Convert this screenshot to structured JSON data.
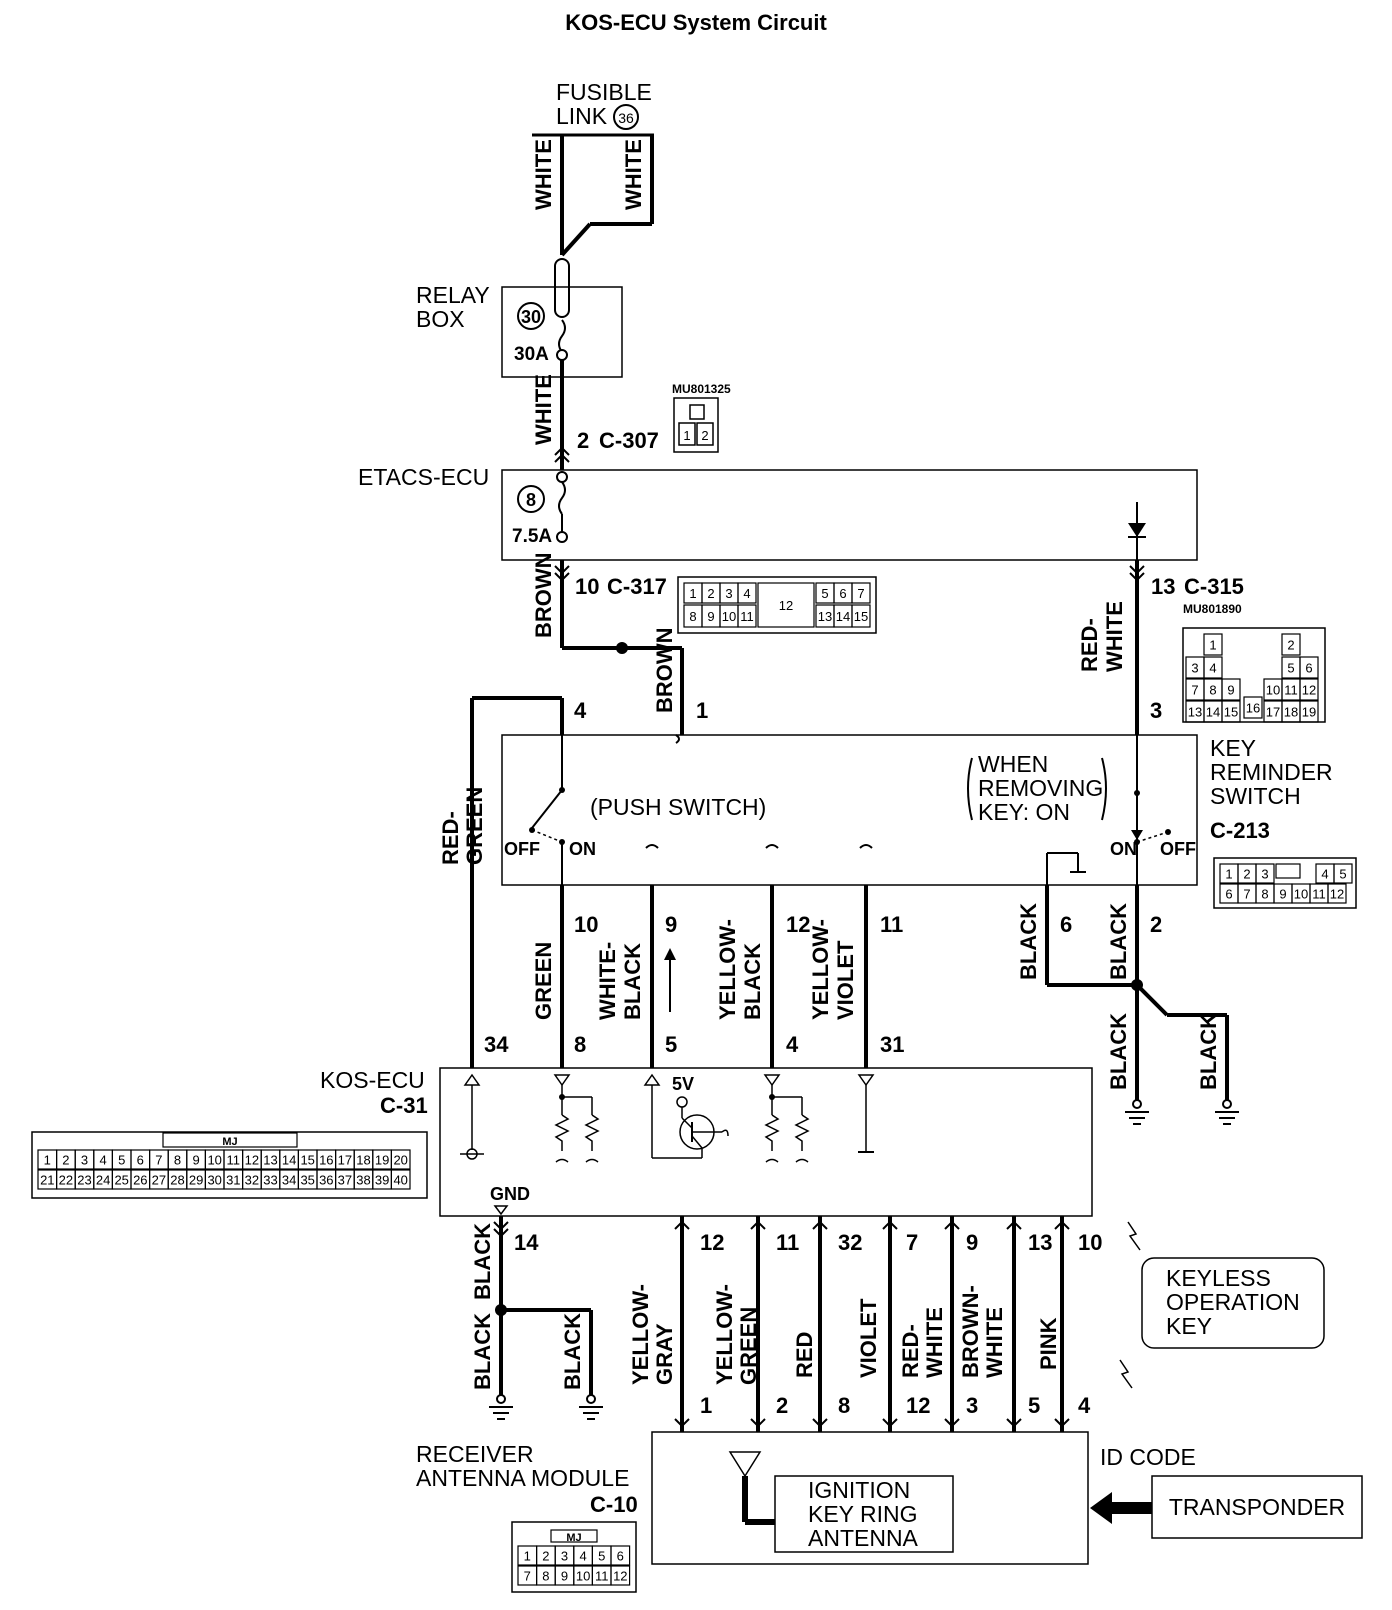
{
  "title": "KOS-ECU System Circuit",
  "components": {
    "fusible_link": {
      "line1": "FUSIBLE",
      "line2": "LINK",
      "num": "36"
    },
    "relay_box": {
      "line1": "RELAY",
      "line2": "BOX",
      "fuse_num": "30",
      "rating": "30A"
    },
    "etacs_ecu": {
      "label": "ETACS-ECU",
      "fuse_num": "8",
      "rating": "7.5A"
    },
    "key_reminder": {
      "line1": "KEY",
      "line2": "REMINDER",
      "line3": "SWITCH",
      "connector": "C-213",
      "push_switch": "(PUSH SWITCH)",
      "when1": "WHEN",
      "when2": "REMOVING",
      "when3": "KEY: ON",
      "off_left": "OFF",
      "on_left": "ON",
      "on_right": "ON",
      "off_right": "OFF"
    },
    "kos_ecu": {
      "line1": "KOS-ECU",
      "connector": "C-31",
      "gnd": "GND",
      "v5": "5V"
    },
    "keyless_key": {
      "line1": "KEYLESS",
      "line2": "OPERATION",
      "line3": "KEY"
    },
    "receiver": {
      "line1": "RECEIVER",
      "line2": "ANTENNA MODULE",
      "connector": "C-10"
    },
    "ignition_antenna": {
      "line1": "IGNITION",
      "line2": "KEY RING",
      "line3": "ANTENNA"
    },
    "id_code": "ID CODE",
    "transponder": "TRANSPONDER"
  },
  "connectors": {
    "c307": {
      "pin": "2",
      "name": "C-307",
      "part": "MU801325",
      "cells": [
        "1",
        "2"
      ]
    },
    "c317": {
      "pin": "10",
      "name": "C-317",
      "row1": [
        "1",
        "2",
        "3",
        "4",
        "5",
        "6",
        "7"
      ],
      "row2": [
        "8",
        "9",
        "10",
        "11",
        "13",
        "14",
        "15"
      ],
      "mid": "12"
    },
    "c315": {
      "pin": "13",
      "name": "C-315",
      "part": "MU801890",
      "cells": [
        "1",
        "2",
        "3",
        "4",
        "5",
        "6",
        "7",
        "8",
        "9",
        "10",
        "11",
        "12",
        "13",
        "14",
        "15",
        "16",
        "17",
        "18",
        "19"
      ]
    },
    "c213_cells": {
      "row1": [
        "1",
        "2",
        "3",
        "4",
        "5"
      ],
      "row2": [
        "6",
        "7",
        "8",
        "9",
        "10",
        "11",
        "12"
      ]
    },
    "c31_cells": {
      "mj": "MJ",
      "row1": [
        "1",
        "2",
        "3",
        "4",
        "5",
        "6",
        "7",
        "8",
        "9",
        "10",
        "11",
        "12",
        "13",
        "14",
        "15",
        "16",
        "17",
        "18",
        "19",
        "20"
      ],
      "row2": [
        "21",
        "22",
        "23",
        "24",
        "25",
        "26",
        "27",
        "28",
        "29",
        "30",
        "31",
        "32",
        "33",
        "34",
        "35",
        "36",
        "37",
        "38",
        "39",
        "40"
      ]
    },
    "c10_cells": {
      "mj": "MJ",
      "row1": [
        "1",
        "2",
        "3",
        "4",
        "5",
        "6"
      ],
      "row2": [
        "7",
        "8",
        "9",
        "10",
        "11",
        "12"
      ]
    }
  },
  "wires": {
    "white_a": "WHITE",
    "white_b": "WHITE",
    "white_c": "WHITE",
    "brown_a": "BROWN",
    "brown_b": "BROWN",
    "red_white": [
      "RED-",
      "WHITE"
    ],
    "red_green": [
      "RED-",
      "GREEN"
    ],
    "green": "GREEN",
    "white_black": [
      "WHITE-",
      "BLACK"
    ],
    "yellow_black": [
      "YELLOW-",
      "BLACK"
    ],
    "yellow_violet": [
      "YELLOW-",
      "VIOLET"
    ],
    "black_6": "BLACK",
    "black_2": "BLACK",
    "black_g1": "BLACK",
    "black_g2": "BLACK",
    "black_14": "BLACK",
    "black_r1": "BLACK",
    "black_r2": "BLACK",
    "yellow_gray": [
      "YELLOW-",
      "GRAY"
    ],
    "yellow_green": [
      "YELLOW-",
      "GREEN"
    ],
    "red": "RED",
    "violet": "VIOLET",
    "red_white2": [
      "RED-",
      "WHITE"
    ],
    "brown_white": [
      "BROWN-",
      "WHITE"
    ],
    "pink": "PINK"
  },
  "pins": {
    "krs_4": "4",
    "krs_1": "1",
    "krs_3": "3",
    "krs_10": "10",
    "krs_9": "9",
    "krs_12": "12",
    "krs_11": "11",
    "krs_6": "6",
    "krs_2": "2",
    "kos_34": "34",
    "kos_8": "8",
    "kos_5": "5",
    "kos_4": "4",
    "kos_31": "31",
    "kos_14": "14",
    "kos_12": "12",
    "kos_11": "11",
    "kos_32": "32",
    "kos_7": "7",
    "kos_9": "9",
    "kos_13": "13",
    "kos_10": "10",
    "ant_1": "1",
    "ant_2": "2",
    "ant_8": "8",
    "ant_12": "12",
    "ant_3": "3",
    "ant_5": "5",
    "ant_4": "4"
  }
}
